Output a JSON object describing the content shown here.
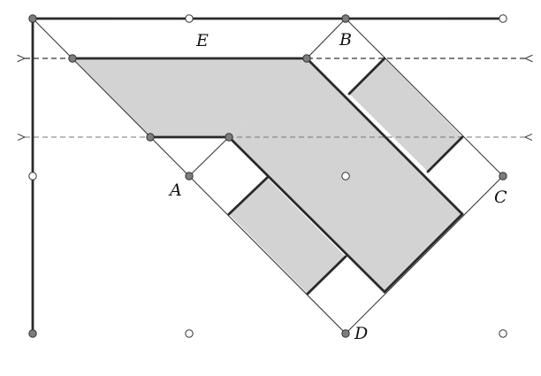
{
  "labels": {
    "E": "E",
    "B": "B",
    "A": "A",
    "C": "C",
    "D": "D"
  },
  "colors": {
    "shade": "#d3d3d3",
    "thick_line": "#2a2a2a",
    "thin_line": "#3a3a3a",
    "dashed_line_1": "#333333",
    "dashed_line_2": "#777777",
    "point_filled": "#7d7d7d",
    "point_hollow": "#ffffff"
  }
}
